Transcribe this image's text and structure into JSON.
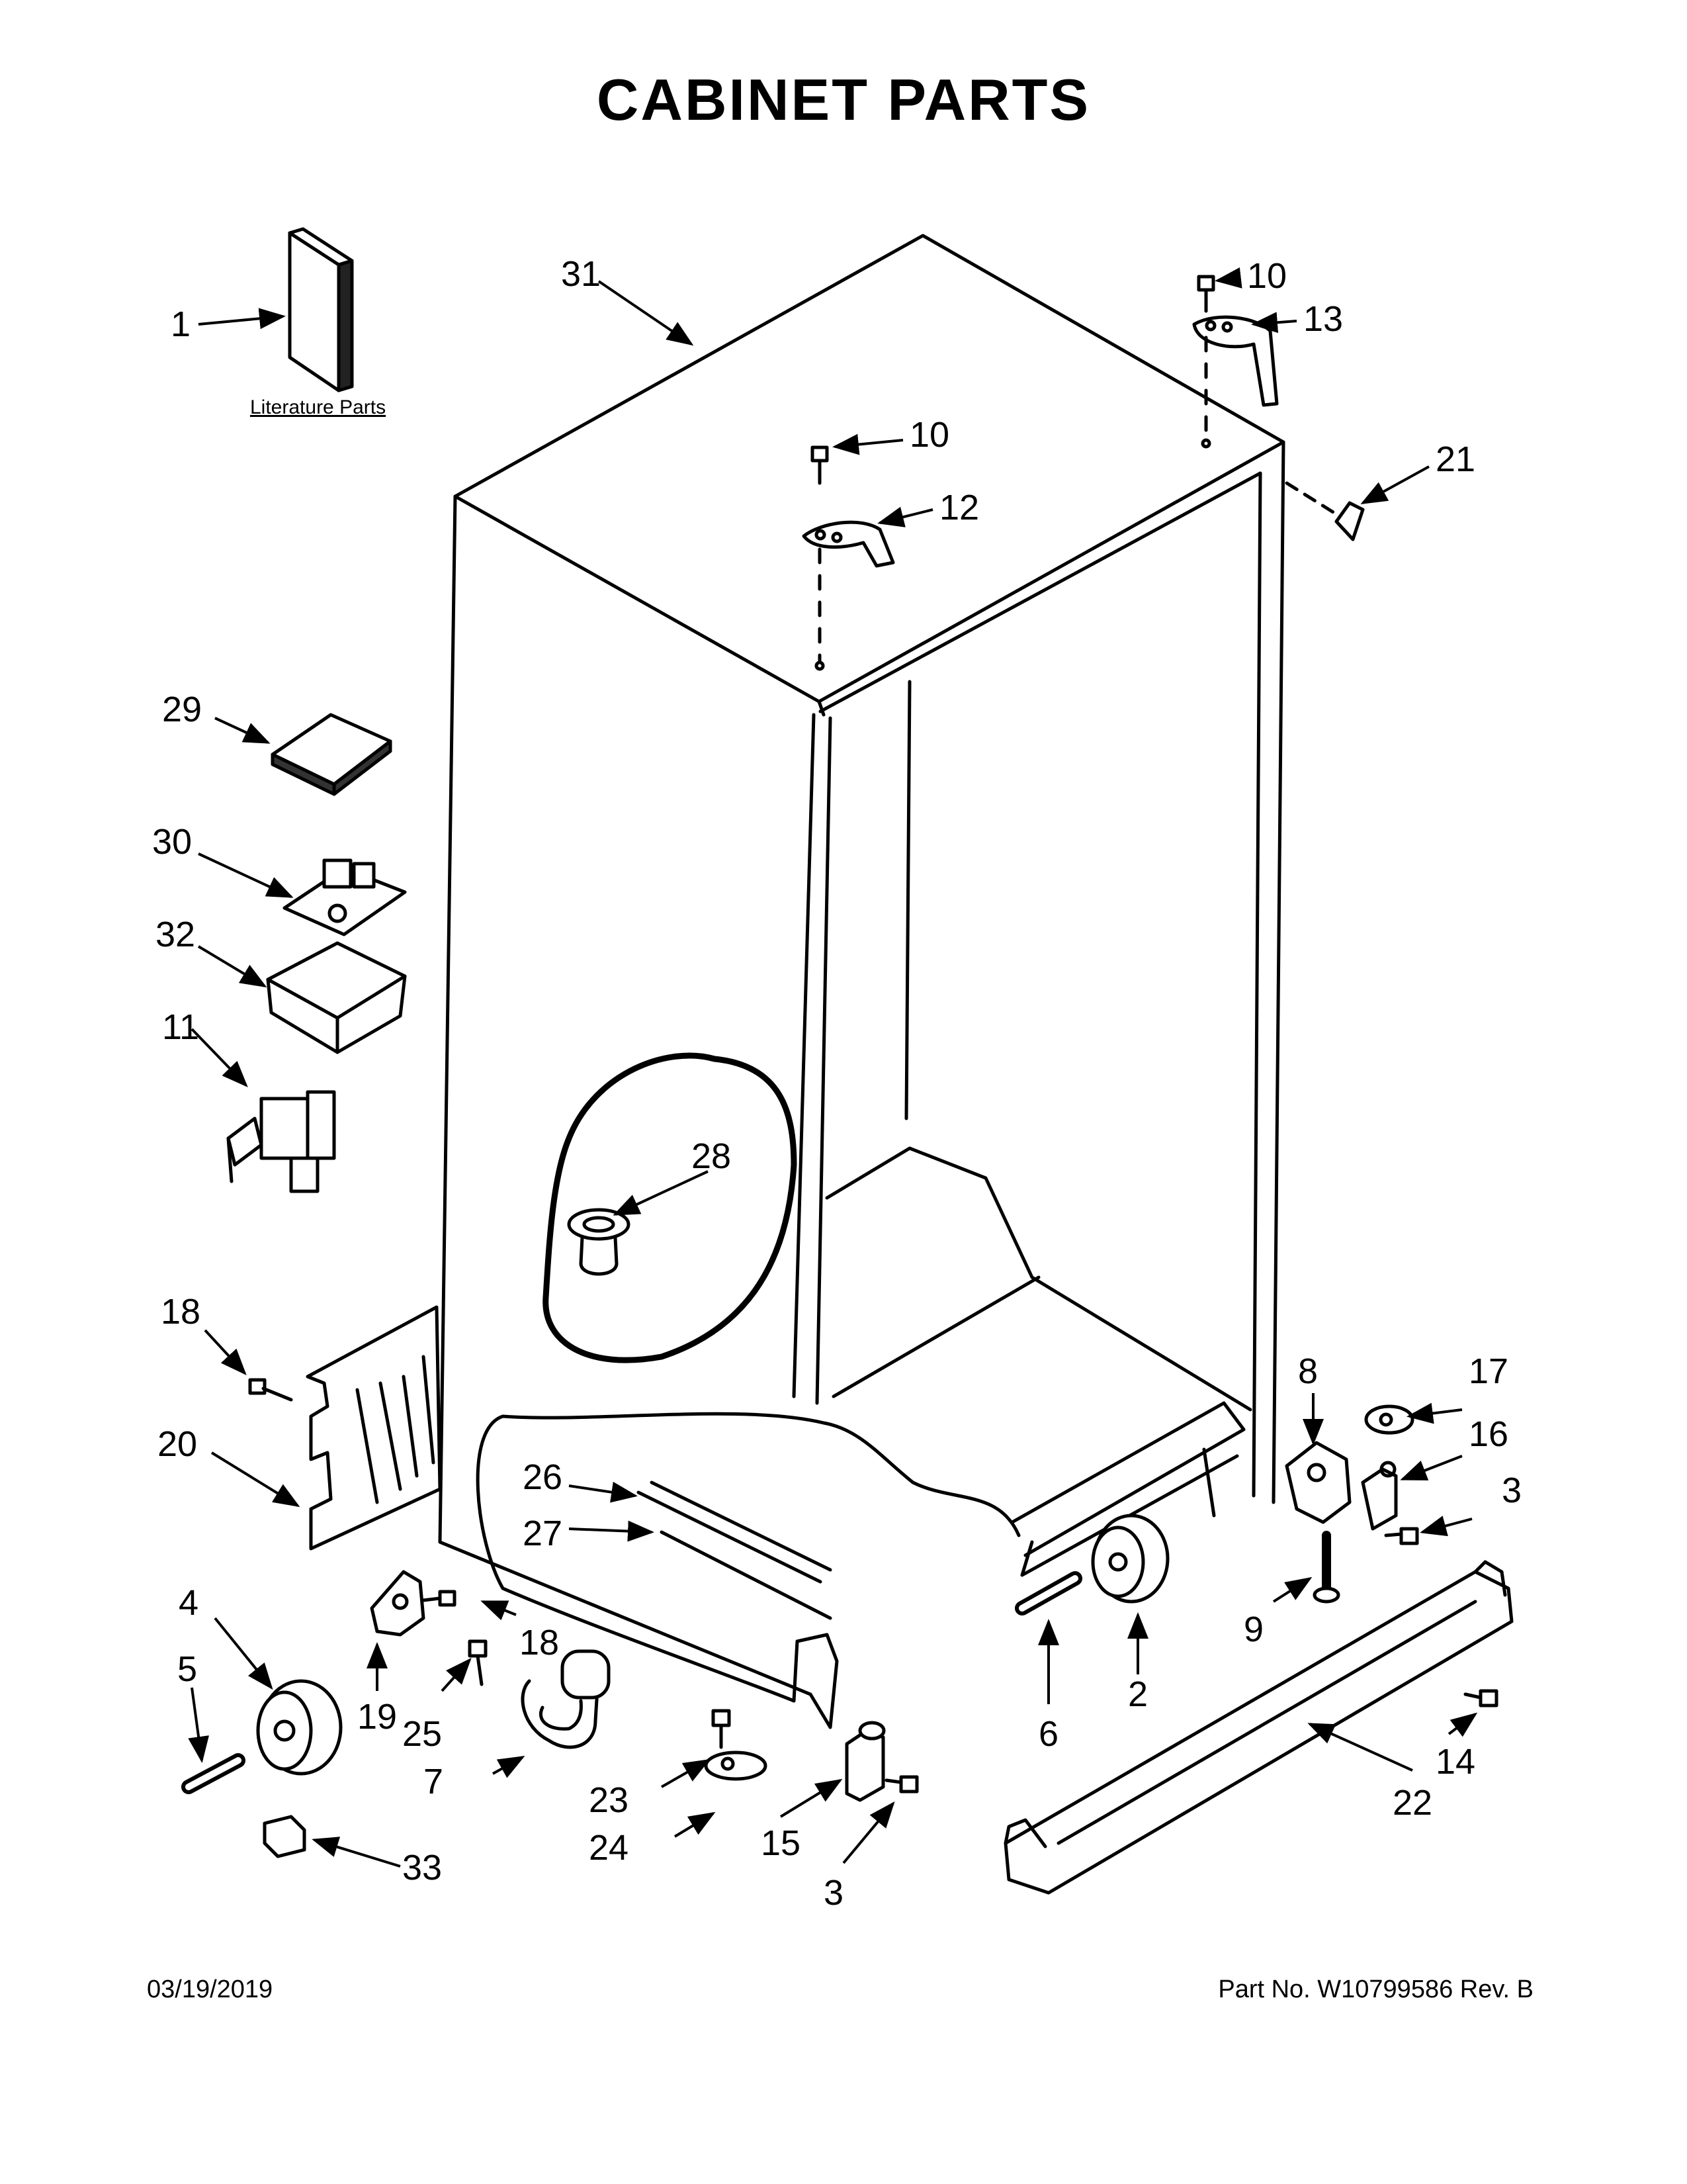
{
  "title": "CABINET PARTS",
  "literature_label": "Literature Parts",
  "footer": {
    "date": "03/19/2019",
    "part_no": "Part No.  W10799586  Rev.  B"
  },
  "callouts": {
    "c1": "1",
    "c2": "2",
    "c3a": "3",
    "c3b": "3",
    "c4": "4",
    "c5": "5",
    "c6": "6",
    "c7": "7",
    "c8": "8",
    "c9": "9",
    "c10a": "10",
    "c10b": "10",
    "c11": "11",
    "c12": "12",
    "c13": "13",
    "c14": "14",
    "c15": "15",
    "c16": "16",
    "c17": "17",
    "c18a": "18",
    "c18b": "18",
    "c19": "19",
    "c20": "20",
    "c21": "21",
    "c22": "22",
    "c23": "23",
    "c24": "24",
    "c25": "25",
    "c26": "26",
    "c27": "27",
    "c28": "28",
    "c29": "29",
    "c30": "30",
    "c31": "31",
    "c32": "32",
    "c33": "33"
  }
}
